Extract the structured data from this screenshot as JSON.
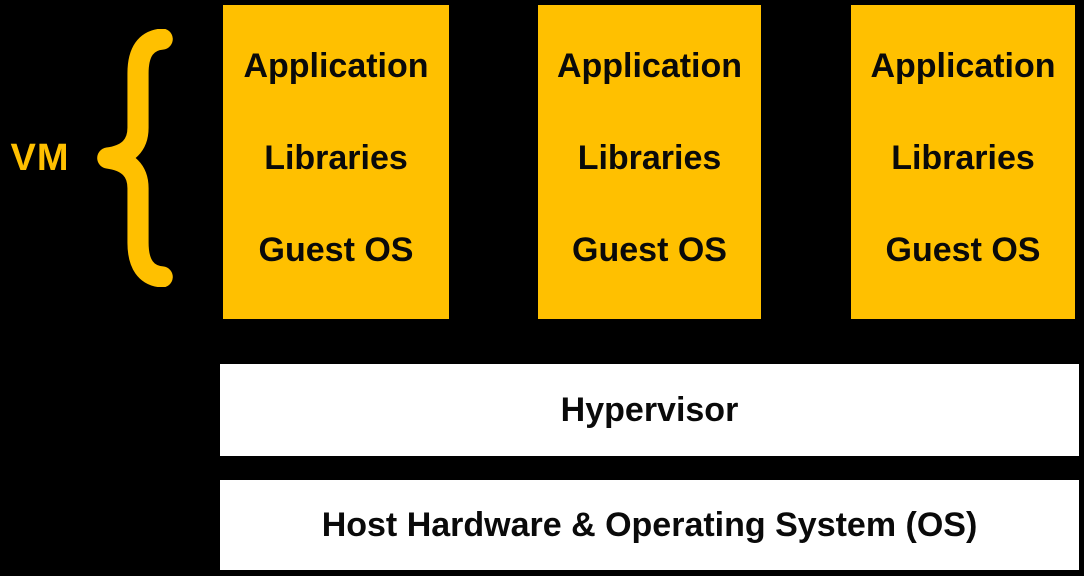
{
  "diagram": {
    "vm_label": "VM",
    "vm_boxes": [
      {
        "lines": [
          "Application",
          "Libraries",
          "Guest OS"
        ]
      },
      {
        "lines": [
          "Application",
          "Libraries",
          "Guest OS"
        ]
      },
      {
        "lines": [
          "Application",
          "Libraries",
          "Guest OS"
        ]
      }
    ],
    "layers": {
      "hypervisor": "Hypervisor",
      "host": "Host Hardware & Operating System (OS)"
    },
    "icons": {
      "brace": "left-curly-brace"
    },
    "colors": {
      "background": "#000000",
      "accent": "#FFC000",
      "vm_box_fill": "#FFC000",
      "layer_fill": "#FFFFFF",
      "text": "#0A0A0A"
    }
  }
}
